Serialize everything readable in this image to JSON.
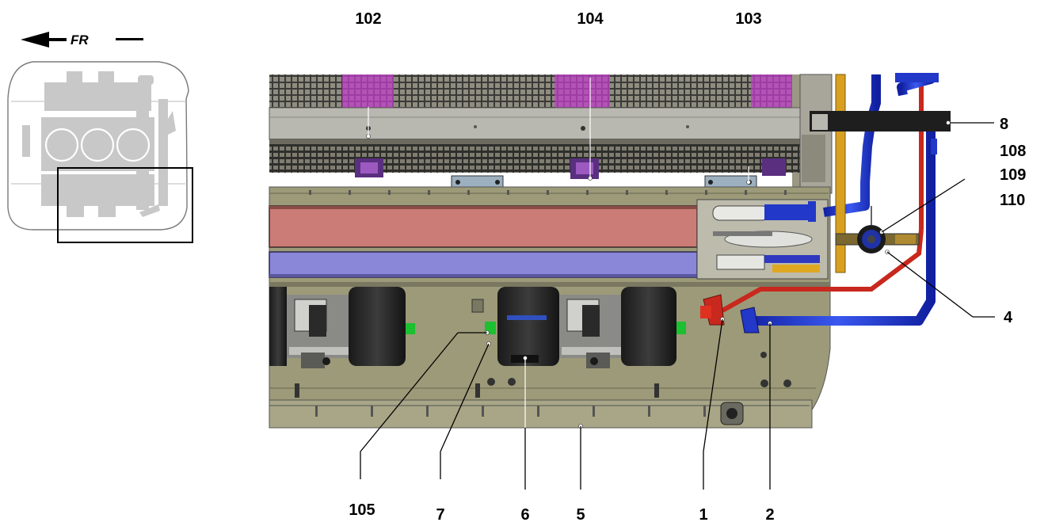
{
  "locator": {
    "direction_label": "FR"
  },
  "callouts": {
    "c102": "102",
    "c104": "104",
    "c103": "103",
    "c8": "8",
    "c108": "108",
    "c109": "109",
    "c110": "110",
    "c4": "4",
    "c105": "105",
    "c7": "7",
    "c6": "6",
    "c5": "5",
    "c1": "1",
    "c2": "2"
  },
  "colors": {
    "panel": "#9c9a78",
    "grille": "#5a5a58",
    "magenta": "#c040c8",
    "red_pipe": "#c8281e",
    "blue_pipe": "#2238c8",
    "yellow_pipe": "#d8a020",
    "salmon_bar": "#cc7c76",
    "lavender_bar": "#8a86d8"
  }
}
